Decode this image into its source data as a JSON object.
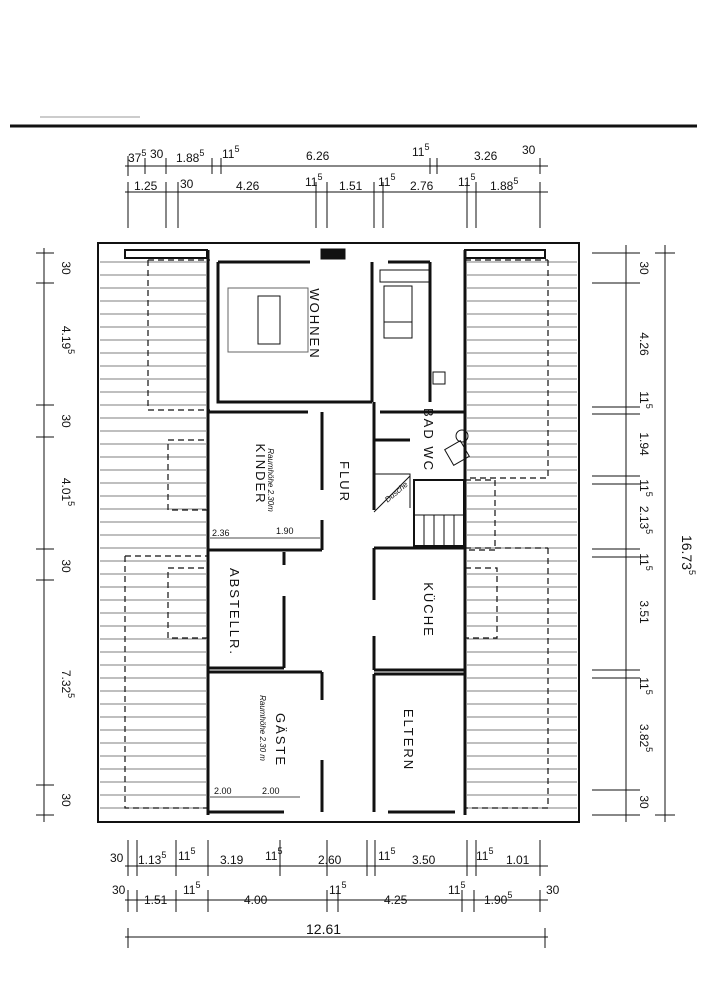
{
  "rooms": {
    "wohnen": "WOHNEN",
    "kinder": "KINDER",
    "kinder_note": "Raumhöhe 2.30m",
    "flur": "FLUR",
    "bad_wc": "BAD WC",
    "dusche": "Dusche",
    "abstellr": "ABSTELLR.",
    "kueche": "KÜCHE",
    "gaeste": "GÄSTE",
    "gaeste_note": "Raumhöhe 2.30 m",
    "eltern": "ELTERN"
  },
  "inner_dims": {
    "kinder_a": "2.36",
    "kinder_b": "1.90",
    "gaeste_a": "2.00",
    "gaeste_b": "2.00"
  },
  "top_row1": [
    {
      "v": "37",
      "s": "5"
    },
    {
      "v": "30",
      "s": ""
    },
    {
      "v": "1.88",
      "s": "5"
    },
    {
      "v": "11",
      "s": "5"
    },
    {
      "v": "6.26",
      "s": ""
    },
    {
      "v": "11",
      "s": "5"
    },
    {
      "v": "3.26",
      "s": ""
    },
    {
      "v": "30",
      "s": ""
    }
  ],
  "top_row2": [
    {
      "v": "1.25",
      "s": ""
    },
    {
      "v": "30",
      "s": ""
    },
    {
      "v": "4.26",
      "s": ""
    },
    {
      "v": "11",
      "s": "5"
    },
    {
      "v": "1.51",
      "s": ""
    },
    {
      "v": "11",
      "s": "5"
    },
    {
      "v": "2.76",
      "s": ""
    },
    {
      "v": "11",
      "s": "5"
    },
    {
      "v": "1.88",
      "s": "5"
    }
  ],
  "bottom_row1": [
    {
      "v": "30",
      "s": ""
    },
    {
      "v": "1.13",
      "s": "5"
    },
    {
      "v": "11",
      "s": "5"
    },
    {
      "v": "3.19",
      "s": ""
    },
    {
      "v": "11",
      "s": "5"
    },
    {
      "v": "2.60",
      "s": ""
    },
    {
      "v": "11",
      "s": "5"
    },
    {
      "v": "3.50",
      "s": ""
    },
    {
      "v": "11",
      "s": "5"
    },
    {
      "v": "1.01",
      "s": ""
    }
  ],
  "bottom_row2": [
    {
      "v": "30",
      "s": ""
    },
    {
      "v": "1.51",
      "s": ""
    },
    {
      "v": "11",
      "s": "5"
    },
    {
      "v": "4.00",
      "s": ""
    },
    {
      "v": "11",
      "s": "5"
    },
    {
      "v": "4.25",
      "s": ""
    },
    {
      "v": "11",
      "s": "5"
    },
    {
      "v": "1.90",
      "s": "5"
    },
    {
      "v": "30",
      "s": ""
    }
  ],
  "bottom_total": "12.61",
  "left_dims": [
    {
      "v": "30",
      "s": ""
    },
    {
      "v": "4.19",
      "s": "5"
    },
    {
      "v": "30",
      "s": ""
    },
    {
      "v": "4.01",
      "s": "5"
    },
    {
      "v": "30",
      "s": ""
    },
    {
      "v": "7.32",
      "s": "5"
    },
    {
      "v": "30",
      "s": ""
    }
  ],
  "right_dims": [
    {
      "v": "30",
      "s": ""
    },
    {
      "v": "4.26",
      "s": ""
    },
    {
      "v": "11",
      "s": "5"
    },
    {
      "v": "1.94",
      "s": ""
    },
    {
      "v": "11",
      "s": "5"
    },
    {
      "v": "2.13",
      "s": "5"
    },
    {
      "v": "11",
      "s": "5"
    },
    {
      "v": "3.51",
      "s": ""
    },
    {
      "v": "11",
      "s": "5"
    },
    {
      "v": "3.82",
      "s": "5"
    },
    {
      "v": "30",
      "s": ""
    }
  ],
  "right_total": {
    "v": "16.73",
    "s": "5"
  }
}
